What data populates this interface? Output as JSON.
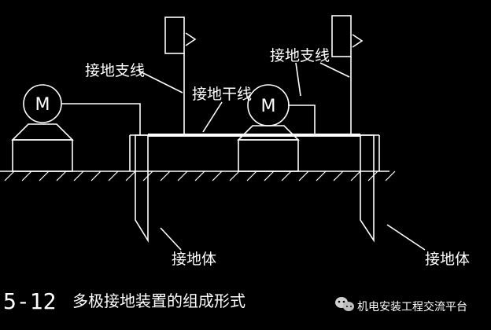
{
  "labels": {
    "branch_left": "接地支线",
    "branch_right": "接地支线",
    "trunk": "接地干线",
    "electrode_left": "接地体",
    "electrode_right": "接地体",
    "motor_left": "M",
    "motor_right": "M"
  },
  "caption": {
    "number": "5-12",
    "text": "多极接地装置的组成形式"
  },
  "watermark": {
    "icon": "wechat-icon",
    "text": "机电安装工程交流平台"
  },
  "colors": {
    "background": "#000000",
    "lines": "#ffffff"
  }
}
